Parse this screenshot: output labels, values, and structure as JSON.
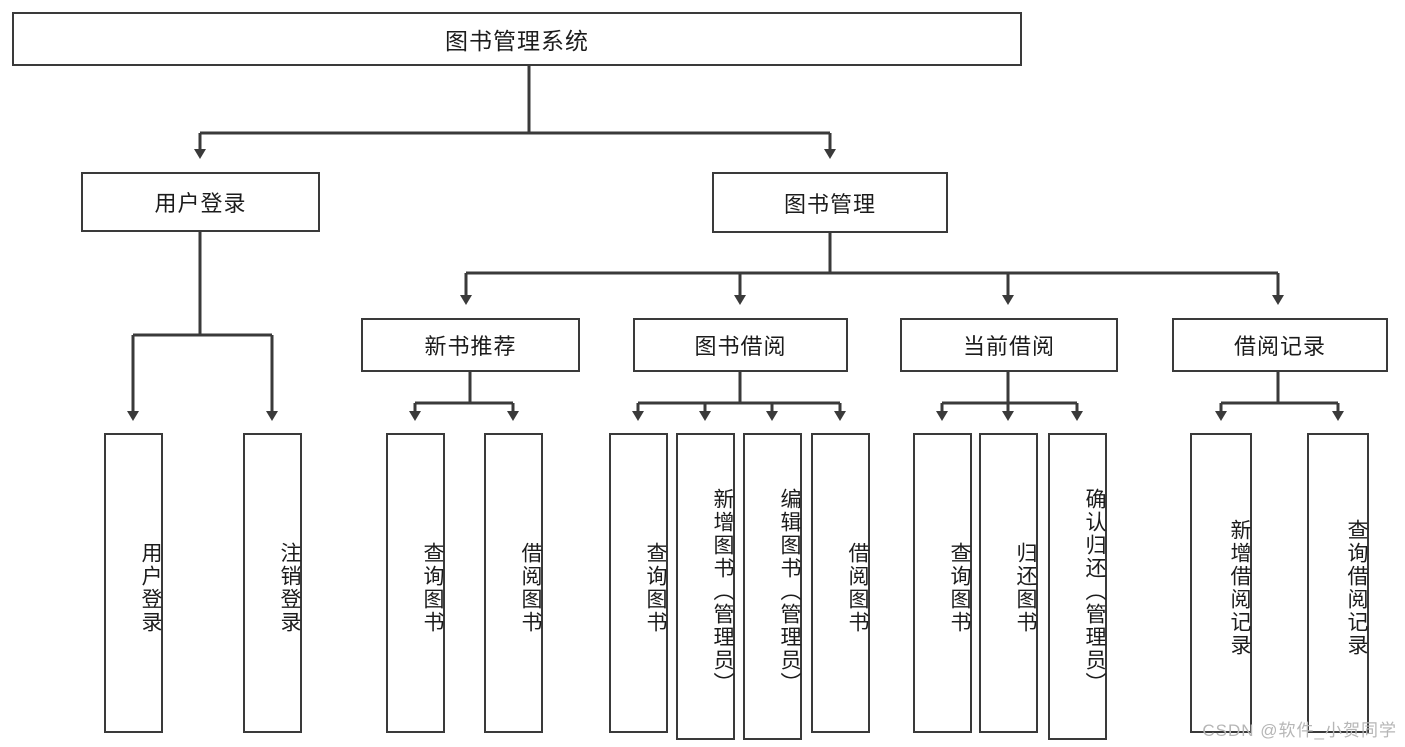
{
  "diagram": {
    "title": "图书管理系统",
    "type": "hierarchy-tree",
    "watermark": "CSDN @软件_小贺同学",
    "colors": {
      "line": "#3a3a3a",
      "box_border": "#3a3a3a",
      "box_fill": "#ffffff",
      "text": "#1c1c1c",
      "watermark": "#b6b6b6"
    },
    "nodes": {
      "root": {
        "label": "图书管理系统"
      },
      "level2": [
        {
          "id": "user-login",
          "label": "用户登录"
        },
        {
          "id": "book-manage",
          "label": "图书管理"
        }
      ],
      "level3": [
        {
          "id": "new-book-recommend",
          "label": "新书推荐"
        },
        {
          "id": "book-borrow",
          "label": "图书借阅"
        },
        {
          "id": "current-borrow",
          "label": "当前借阅"
        },
        {
          "id": "borrow-record",
          "label": "借阅记录"
        }
      ],
      "leaves": {
        "user_login": [
          {
            "id": "leaf-user-login",
            "label": "用户登录"
          },
          {
            "id": "leaf-logout-login",
            "label": "注销登录"
          }
        ],
        "new_book_recommend": [
          {
            "id": "leaf-query-book-1",
            "label": "查询图书"
          },
          {
            "id": "leaf-borrow-book-1",
            "label": "借阅图书"
          }
        ],
        "book_borrow": [
          {
            "id": "leaf-query-book-2",
            "label": "查询图书"
          },
          {
            "id": "leaf-add-book",
            "label": "新增图书（管理员）"
          },
          {
            "id": "leaf-edit-book",
            "label": "编辑图书（管理员）"
          },
          {
            "id": "leaf-borrow-book-2",
            "label": "借阅图书"
          }
        ],
        "current_borrow": [
          {
            "id": "leaf-query-book-3",
            "label": "查询图书"
          },
          {
            "id": "leaf-return-book",
            "label": "归还图书"
          },
          {
            "id": "leaf-confirm-return",
            "label": "确认归还（管理员）"
          }
        ],
        "borrow_record": [
          {
            "id": "leaf-add-record",
            "label": "新增借阅记录"
          },
          {
            "id": "leaf-query-record",
            "label": "查询借阅记录"
          }
        ]
      }
    }
  }
}
